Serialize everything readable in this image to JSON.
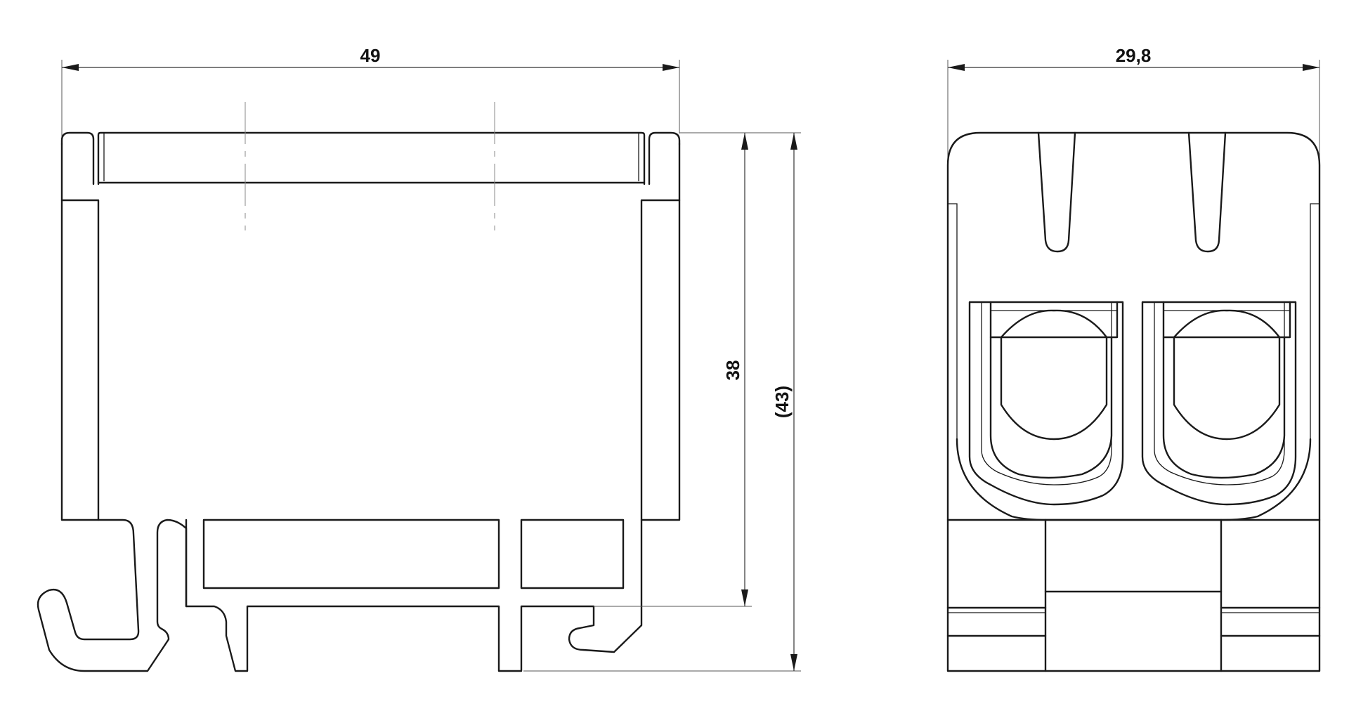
{
  "side_view": {
    "width_label": "49",
    "height_label": "38",
    "overall_height_label": "(43)"
  },
  "front_view": {
    "width_label": "29,8"
  },
  "colors": {
    "line": "#1a1a1a",
    "background": "#ffffff"
  }
}
